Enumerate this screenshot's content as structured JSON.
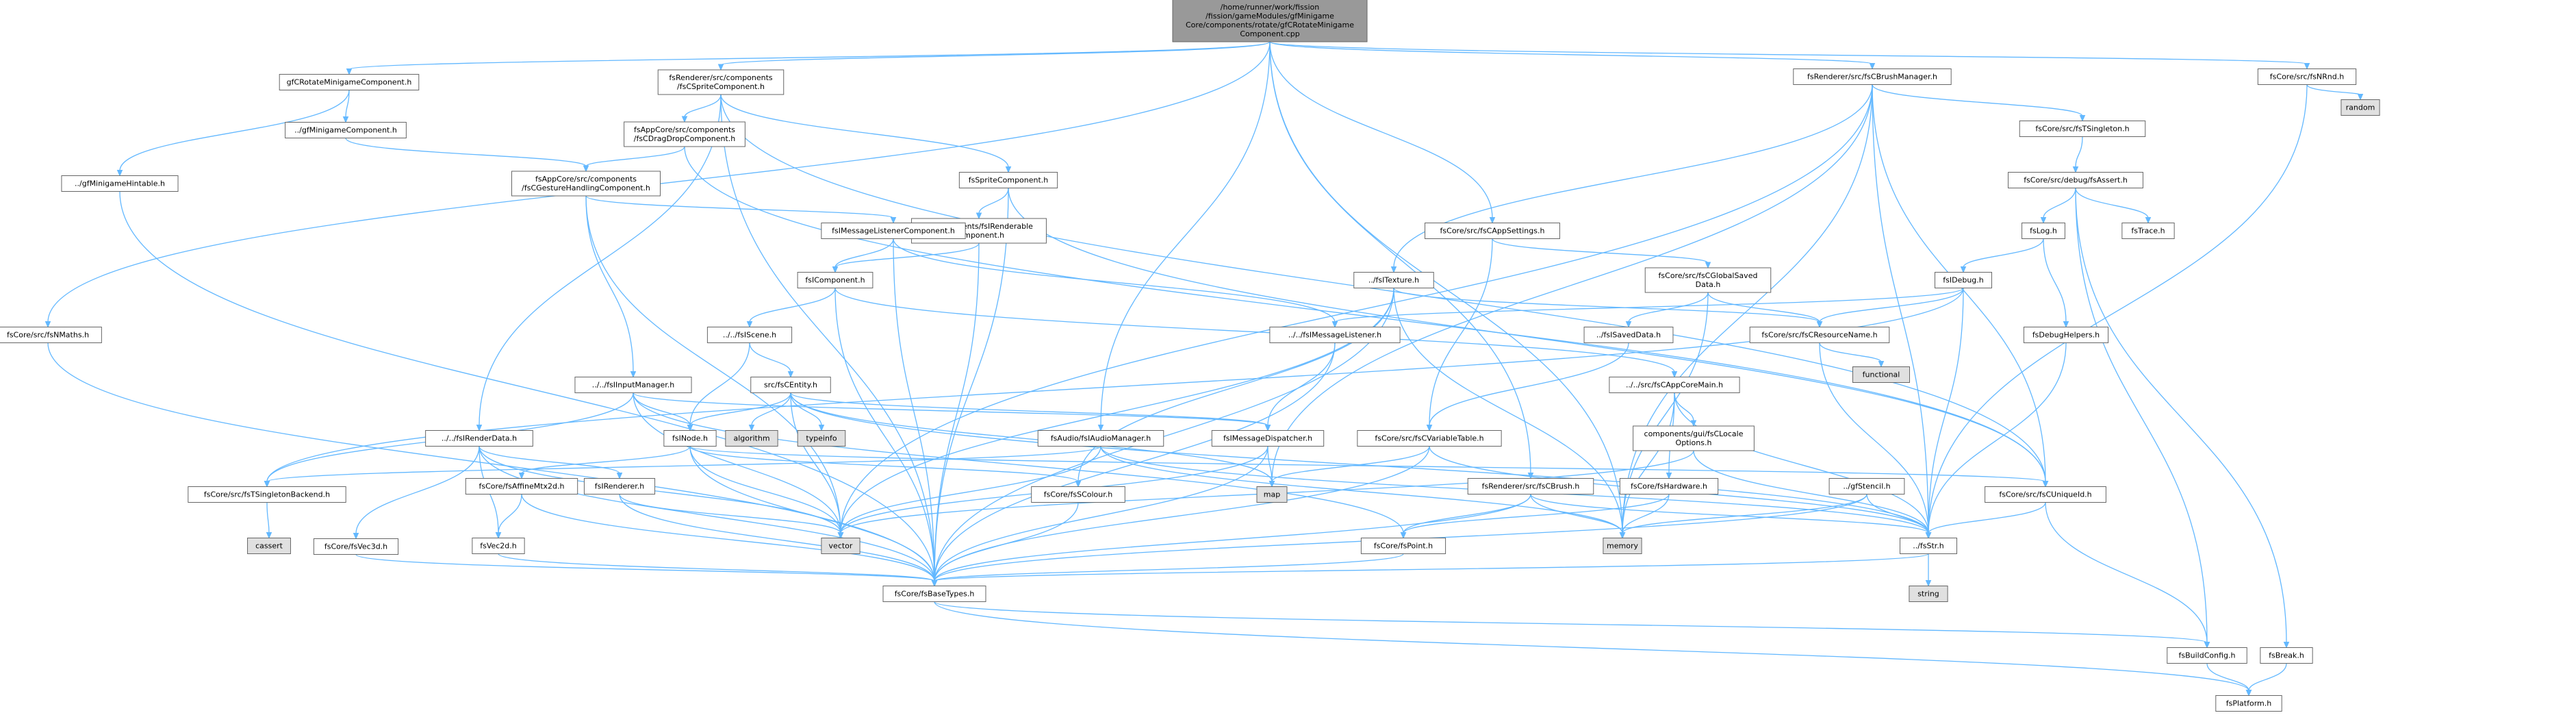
{
  "colors": {
    "root_fill": "#999999",
    "node_fill": "#ffffff",
    "external_fill": "#e0e0e0",
    "node_border": "#666666",
    "edge": "#63b8ff"
  },
  "nodes": [
    {
      "id": "root",
      "kind": "root",
      "lines": [
        "/home/runner/work/fission",
        "/fission/gameModules/gfMinigame",
        "Core/components/rotate/gfCRotateMinigame",
        "Component.cpp"
      ]
    },
    {
      "id": "gfCRotateMinigameComponent_h",
      "kind": "file",
      "lines": [
        "gfCRotateMinigameComponent.h"
      ]
    },
    {
      "id": "fsCSpriteComponent_h",
      "kind": "file",
      "lines": [
        "fsRenderer/src/components",
        "/fsCSpriteComponent.h"
      ]
    },
    {
      "id": "fsCBrushManager_h",
      "kind": "file",
      "lines": [
        "fsRenderer/src/fsCBrushManager.h"
      ]
    },
    {
      "id": "fsNRnd_h",
      "kind": "file",
      "lines": [
        "fsCore/src/fsNRnd.h"
      ]
    },
    {
      "id": "random",
      "kind": "external",
      "lines": [
        "random"
      ]
    },
    {
      "id": "gfMinigameComponent_h",
      "kind": "file",
      "lines": [
        "../gfMinigameComponent.h"
      ]
    },
    {
      "id": "gfMinigameHintable_h",
      "kind": "file",
      "lines": [
        "../gfMinigameHintable.h"
      ]
    },
    {
      "id": "fsCDragDropComponent_h",
      "kind": "file",
      "lines": [
        "fsAppCore/src/components",
        "/fsCDragDropComponent.h"
      ]
    },
    {
      "id": "fsSpriteComponent_h",
      "kind": "file",
      "lines": [
        "fsSpriteComponent.h"
      ]
    },
    {
      "id": "fsTSingleton_h",
      "kind": "file",
      "lines": [
        "fsCore/src/fsTSingleton.h"
      ]
    },
    {
      "id": "fsAssert_h",
      "kind": "file",
      "lines": [
        "fsCore/src/debug/fsAssert.h"
      ]
    },
    {
      "id": "fsCGestureHandlingComponent_h",
      "kind": "file",
      "lines": [
        "fsAppCore/src/components",
        "/fsCGestureHandlingComponent.h"
      ]
    },
    {
      "id": "fsIRenderableComponent_h",
      "kind": "file",
      "lines": [
        "../components/fsIRenderable",
        "Component.h"
      ]
    },
    {
      "id": "fsCAppSettings_h",
      "kind": "file",
      "lines": [
        "fsCore/src/fsCAppSettings.h"
      ]
    },
    {
      "id": "fsLog_h",
      "kind": "file",
      "lines": [
        "fsLog.h"
      ]
    },
    {
      "id": "fsTrace_h",
      "kind": "file",
      "lines": [
        "fsTrace.h"
      ]
    },
    {
      "id": "fsIMessageListenerComponent_h",
      "kind": "file",
      "lines": [
        "fsIMessageListenerComponent.h"
      ]
    },
    {
      "id": "fsCGlobalSavedData_h",
      "kind": "file",
      "lines": [
        "fsCore/src/fsCGlobalSaved",
        "Data.h"
      ]
    },
    {
      "id": "fsTexture_h",
      "kind": "file",
      "lines": [
        "../fsITexture.h"
      ]
    },
    {
      "id": "fsIDebug_h",
      "kind": "file",
      "lines": [
        "fsIDebug.h"
      ]
    },
    {
      "id": "fsIComponent_h",
      "kind": "file",
      "lines": [
        "fsIComponent.h"
      ]
    },
    {
      "id": "fsNMaths_h",
      "kind": "file",
      "lines": [
        "fsCore/src/fsNMaths.h"
      ]
    },
    {
      "id": "fsISavedData_h",
      "kind": "file",
      "lines": [
        "../fsISavedData.h"
      ]
    },
    {
      "id": "fsIMessageListener_h",
      "kind": "file",
      "lines": [
        "../../fsIMessageListener.h"
      ]
    },
    {
      "id": "fsCResourceName_h",
      "kind": "file",
      "lines": [
        "fsCore/src/fsCResourceName.h"
      ]
    },
    {
      "id": "fsDebugHelpers_h",
      "kind": "file",
      "lines": [
        "fsDebugHelpers.h"
      ]
    },
    {
      "id": "fsIScene_h",
      "kind": "file",
      "lines": [
        "../../fsIScene.h"
      ]
    },
    {
      "id": "functional",
      "kind": "external",
      "lines": [
        "functional"
      ]
    },
    {
      "id": "fsCAppCoreMain_h",
      "kind": "file",
      "lines": [
        "../../src/fsCAppCoreMain.h"
      ]
    },
    {
      "id": "fsIInputManager_h",
      "kind": "file",
      "lines": [
        "../../fsIInputManager.h"
      ]
    },
    {
      "id": "fsCEntity_h",
      "kind": "file",
      "lines": [
        "src/fsCEntity.h"
      ]
    },
    {
      "id": "fsCLocaleOptions_h",
      "kind": "file",
      "lines": [
        "components/gui/fsCLocale",
        "Options.h"
      ]
    },
    {
      "id": "fsCVariableTable_h",
      "kind": "file",
      "lines": [
        "fsCore/src/fsCVariableTable.h"
      ]
    },
    {
      "id": "fsIRenderData_h",
      "kind": "file",
      "lines": [
        "../../fsIRenderData.h"
      ]
    },
    {
      "id": "fsINode_h",
      "kind": "file",
      "lines": [
        "fsINode.h"
      ]
    },
    {
      "id": "algorithm",
      "kind": "external",
      "lines": [
        "algorithm"
      ]
    },
    {
      "id": "typeinfo",
      "kind": "external",
      "lines": [
        "typeinfo"
      ]
    },
    {
      "id": "fsIAudioManager_h",
      "kind": "file",
      "lines": [
        "fsAudio/fsIAudioManager.h"
      ]
    },
    {
      "id": "fsIMessageDispatcher_h",
      "kind": "file",
      "lines": [
        "fsIMessageDispatcher.h"
      ]
    },
    {
      "id": "fsCBrush_h",
      "kind": "file",
      "lines": [
        "fsRenderer/src/fsCBrush.h"
      ]
    },
    {
      "id": "fsHardware_h",
      "kind": "file",
      "lines": [
        "fsCore/fsHardware.h"
      ]
    },
    {
      "id": "gfStencil_h",
      "kind": "file",
      "lines": [
        "../gfStencil.h"
      ]
    },
    {
      "id": "fsTSingletonBackend_h",
      "kind": "file",
      "lines": [
        "fsCore/src/fsTSingletonBackend.h"
      ]
    },
    {
      "id": "fsVec3d_h",
      "kind": "file",
      "lines": [
        "fsCore/fsVec3d.h"
      ]
    },
    {
      "id": "fsCoreAffineMtx2d_h",
      "kind": "file",
      "lines": [
        "fsCore/fsAffineMtx2d.h"
      ]
    },
    {
      "id": "fsIRenderer_h",
      "kind": "file",
      "lines": [
        "fsIRenderer.h"
      ]
    },
    {
      "id": "fsSColour_h",
      "kind": "file",
      "lines": [
        "fsCore/fsSColour.h"
      ]
    },
    {
      "id": "map",
      "kind": "external",
      "lines": [
        "map"
      ]
    },
    {
      "id": "fsCUniqueId_h",
      "kind": "file",
      "lines": [
        "fsCore/src/fsCUniqueId.h"
      ]
    },
    {
      "id": "memory",
      "kind": "external",
      "lines": [
        "memory"
      ]
    },
    {
      "id": "fsStr_h",
      "kind": "file",
      "lines": [
        "../fsStr.h"
      ]
    },
    {
      "id": "cassert",
      "kind": "external",
      "lines": [
        "cassert"
      ]
    },
    {
      "id": "vector",
      "kind": "external",
      "lines": [
        "vector"
      ]
    },
    {
      "id": "fsVec2d_h",
      "kind": "file",
      "lines": [
        "fsVec2d.h"
      ]
    },
    {
      "id": "fsPoint_h",
      "kind": "file",
      "lines": [
        "fsCore/fsPoint.h"
      ]
    },
    {
      "id": "string",
      "kind": "external",
      "lines": [
        "string"
      ]
    },
    {
      "id": "fsBaseTypes_h",
      "kind": "file",
      "lines": [
        "fsCore/fsBaseTypes.h"
      ]
    },
    {
      "id": "fsBuildConfig_h",
      "kind": "file",
      "lines": [
        "fsBuildConfig.h"
      ]
    },
    {
      "id": "fsBreak_h",
      "kind": "file",
      "lines": [
        "fsBreak.h"
      ]
    },
    {
      "id": "fsPlatform_h",
      "kind": "file",
      "lines": [
        "fsPlatform.h"
      ]
    }
  ],
  "edges": [
    [
      "root",
      "gfCRotateMinigameComponent_h"
    ],
    [
      "root",
      "fsCSpriteComponent_h"
    ],
    [
      "root",
      "fsCBrushManager_h"
    ],
    [
      "root",
      "fsNRnd_h"
    ],
    [
      "root",
      "fsCAppSettings_h"
    ],
    [
      "root",
      "fsNMaths_h"
    ],
    [
      "root",
      "fsIAudioManager_h"
    ],
    [
      "root",
      "fsCBrush_h"
    ],
    [
      "root",
      "memory"
    ],
    [
      "gfCRotateMinigameComponent_h",
      "gfMinigameComponent_h"
    ],
    [
      "gfCRotateMinigameComponent_h",
      "gfMinigameHintable_h"
    ],
    [
      "gfMinigameComponent_h",
      "fsCGestureHandlingComponent_h"
    ],
    [
      "gfMinigameHintable_h",
      "fsBaseTypes_h"
    ],
    [
      "fsCSpriteComponent_h",
      "fsCDragDropComponent_h"
    ],
    [
      "fsCSpriteComponent_h",
      "fsSpriteComponent_h"
    ],
    [
      "fsCSpriteComponent_h",
      "fsIRenderData_h"
    ],
    [
      "fsCSpriteComponent_h",
      "fsCUniqueId_h"
    ],
    [
      "fsCSpriteComponent_h",
      "fsBaseTypes_h"
    ],
    [
      "fsCDragDropComponent_h",
      "fsCGestureHandlingComponent_h"
    ],
    [
      "fsCDragDropComponent_h",
      "fsCUniqueId_h"
    ],
    [
      "fsCGestureHandlingComponent_h",
      "fsIMessageListenerComponent_h"
    ],
    [
      "fsCGestureHandlingComponent_h",
      "fsIInputManager_h"
    ],
    [
      "fsCGestureHandlingComponent_h",
      "vector"
    ],
    [
      "fsSpriteComponent_h",
      "fsIRenderableComponent_h"
    ],
    [
      "fsSpriteComponent_h",
      "fsBaseTypes_h"
    ],
    [
      "fsSpriteComponent_h",
      "fsCUniqueId_h"
    ],
    [
      "fsIRenderableComponent_h",
      "fsIComponent_h"
    ],
    [
      "fsIRenderableComponent_h",
      "fsBaseTypes_h"
    ],
    [
      "fsIMessageListenerComponent_h",
      "fsIComponent_h"
    ],
    [
      "fsIMessageListenerComponent_h",
      "fsIMessageListener_h"
    ],
    [
      "fsIMessageListenerComponent_h",
      "fsBaseTypes_h"
    ],
    [
      "fsIComponent_h",
      "fsIScene_h"
    ],
    [
      "fsIComponent_h",
      "fsCAppCoreMain_h"
    ],
    [
      "fsIComponent_h",
      "fsBaseTypes_h"
    ],
    [
      "fsIScene_h",
      "fsCEntity_h"
    ],
    [
      "fsIScene_h",
      "fsINode_h"
    ],
    [
      "fsCEntity_h",
      "fsINode_h"
    ],
    [
      "fsCEntity_h",
      "algorithm"
    ],
    [
      "fsCEntity_h",
      "typeinfo"
    ],
    [
      "fsCEntity_h",
      "map"
    ],
    [
      "fsCEntity_h",
      "vector"
    ],
    [
      "fsCEntity_h",
      "fsStr_h"
    ],
    [
      "fsCEntity_h",
      "fsIMessageDispatcher_h"
    ],
    [
      "fsIInputManager_h",
      "fsINode_h"
    ],
    [
      "fsIInputManager_h",
      "fsIMessageDispatcher_h"
    ],
    [
      "fsIInputManager_h",
      "fsTSingletonBackend_h"
    ],
    [
      "fsIInputManager_h",
      "fsPoint_h"
    ],
    [
      "fsIInputManager_h",
      "vector"
    ],
    [
      "fsINode_h",
      "fsCoreAffineMtx2d_h"
    ],
    [
      "fsINode_h",
      "fsSColour_h"
    ],
    [
      "fsINode_h",
      "fsCUniqueId_h"
    ],
    [
      "fsINode_h",
      "vector"
    ],
    [
      "fsINode_h",
      "fsBaseTypes_h"
    ],
    [
      "fsIRenderData_h",
      "fsIRenderer_h"
    ],
    [
      "fsIRenderData_h",
      "fsVec3d_h"
    ],
    [
      "fsIRenderData_h",
      "fsVec2d_h"
    ],
    [
      "fsIRenderData_h",
      "fsBaseTypes_h"
    ],
    [
      "fsIRenderData_h",
      "vector"
    ],
    [
      "fsCoreAffineMtx2d_h",
      "fsVec2d_h"
    ],
    [
      "fsCoreAffineMtx2d_h",
      "fsBaseTypes_h"
    ],
    [
      "fsIRenderer_h",
      "fsBaseTypes_h"
    ],
    [
      "fsIRenderer_h",
      "vector"
    ],
    [
      "fsVec3d_h",
      "fsBaseTypes_h"
    ],
    [
      "fsVec2d_h",
      "fsBaseTypes_h"
    ],
    [
      "fsSColour_h",
      "fsBaseTypes_h"
    ],
    [
      "fsCBrushManager_h",
      "fsTSingleton_h"
    ],
    [
      "fsCBrushManager_h",
      "fsTexture_h"
    ],
    [
      "fsCBrushManager_h",
      "fsCUniqueId_h"
    ],
    [
      "fsCBrushManager_h",
      "map"
    ],
    [
      "fsCBrushManager_h",
      "memory"
    ],
    [
      "fsCBrushManager_h",
      "vector"
    ],
    [
      "fsCBrushManager_h",
      "fsStr_h"
    ],
    [
      "fsTSingleton_h",
      "fsAssert_h"
    ],
    [
      "fsAssert_h",
      "fsLog_h"
    ],
    [
      "fsAssert_h",
      "fsTrace_h"
    ],
    [
      "fsAssert_h",
      "fsBreak_h"
    ],
    [
      "fsAssert_h",
      "fsBuildConfig_h"
    ],
    [
      "fsLog_h",
      "fsIDebug_h"
    ],
    [
      "fsLog_h",
      "fsDebugHelpers_h"
    ],
    [
      "fsIDebug_h",
      "fsIMessageListener_h"
    ],
    [
      "fsIDebug_h",
      "fsCResourceName_h"
    ],
    [
      "fsIDebug_h",
      "fsTSingletonBackend_h"
    ],
    [
      "fsIDebug_h",
      "fsStr_h"
    ],
    [
      "fsDebugHelpers_h",
      "fsStr_h"
    ],
    [
      "fsTexture_h",
      "fsCResourceName_h"
    ],
    [
      "fsTexture_h",
      "fsSColour_h"
    ],
    [
      "fsTexture_h",
      "memory"
    ],
    [
      "fsTexture_h",
      "fsBaseTypes_h"
    ],
    [
      "fsTexture_h",
      "vector"
    ],
    [
      "fsCResourceName_h",
      "functional"
    ],
    [
      "fsCResourceName_h",
      "fsStr_h"
    ],
    [
      "fsNRnd_h",
      "random"
    ],
    [
      "fsNRnd_h",
      "fsStr_h"
    ],
    [
      "fsCAppSettings_h",
      "fsCGlobalSavedData_h"
    ],
    [
      "fsCAppSettings_h",
      "fsCVariableTable_h"
    ],
    [
      "fsCGlobalSavedData_h",
      "fsISavedData_h"
    ],
    [
      "fsCGlobalSavedData_h",
      "fsCResourceName_h"
    ],
    [
      "fsCGlobalSavedData_h",
      "memory"
    ],
    [
      "fsISavedData_h",
      "fsCVariableTable_h"
    ],
    [
      "fsCVariableTable_h",
      "map"
    ],
    [
      "fsCVariableTable_h",
      "fsStr_h"
    ],
    [
      "fsCVariableTable_h",
      "fsBaseTypes_h"
    ],
    [
      "fsIMessageListener_h",
      "fsIMessageDispatcher_h"
    ],
    [
      "fsIMessageListener_h",
      "fsBaseTypes_h"
    ],
    [
      "fsIMessageDispatcher_h",
      "map"
    ],
    [
      "fsIMessageDispatcher_h",
      "vector"
    ],
    [
      "fsIMessageDispatcher_h",
      "fsBaseTypes_h"
    ],
    [
      "fsCAppCoreMain_h",
      "fsCLocaleOptions_h"
    ],
    [
      "fsCAppCoreMain_h",
      "fsHardware_h"
    ],
    [
      "fsCAppCoreMain_h",
      "fsStr_h"
    ],
    [
      "fsCAppCoreMain_h",
      "memory"
    ],
    [
      "fsCLocaleOptions_h",
      "fsStr_h"
    ],
    [
      "fsCLocaleOptions_h",
      "vector"
    ],
    [
      "fsHardware_h",
      "fsPoint_h"
    ],
    [
      "fsHardware_h",
      "memory"
    ],
    [
      "fsIAudioManager_h",
      "fsTSingletonBackend_h"
    ],
    [
      "fsIAudioManager_h",
      "fsStr_h"
    ],
    [
      "fsIAudioManager_h",
      "memory"
    ],
    [
      "fsIAudioManager_h",
      "vector"
    ],
    [
      "fsCBrush_h",
      "fsPoint_h"
    ],
    [
      "fsCBrush_h",
      "fsBaseTypes_h"
    ],
    [
      "fsCBrush_h",
      "memory"
    ],
    [
      "fsCBrush_h",
      "fsStr_h"
    ],
    [
      "gfStencil_h",
      "fsBaseTypes_h"
    ],
    [
      "gfStencil_h",
      "fsStr_h"
    ],
    [
      "gfStencil_h",
      "memory"
    ],
    [
      "fsTSingletonBackend_h",
      "cassert"
    ],
    [
      "fsCUniqueId_h",
      "fsStr_h"
    ],
    [
      "fsCUniqueId_h",
      "fsBuildConfig_h"
    ],
    [
      "fsStr_h",
      "string"
    ],
    [
      "fsStr_h",
      "fsBaseTypes_h"
    ],
    [
      "fsPoint_h",
      "fsBaseTypes_h"
    ],
    [
      "fsNMaths_h",
      "fsBaseTypes_h"
    ],
    [
      "fsBaseTypes_h",
      "fsBuildConfig_h"
    ],
    [
      "fsBaseTypes_h",
      "fsPlatform_h"
    ],
    [
      "fsBuildConfig_h",
      "fsPlatform_h"
    ],
    [
      "fsBreak_h",
      "fsPlatform_h"
    ]
  ]
}
